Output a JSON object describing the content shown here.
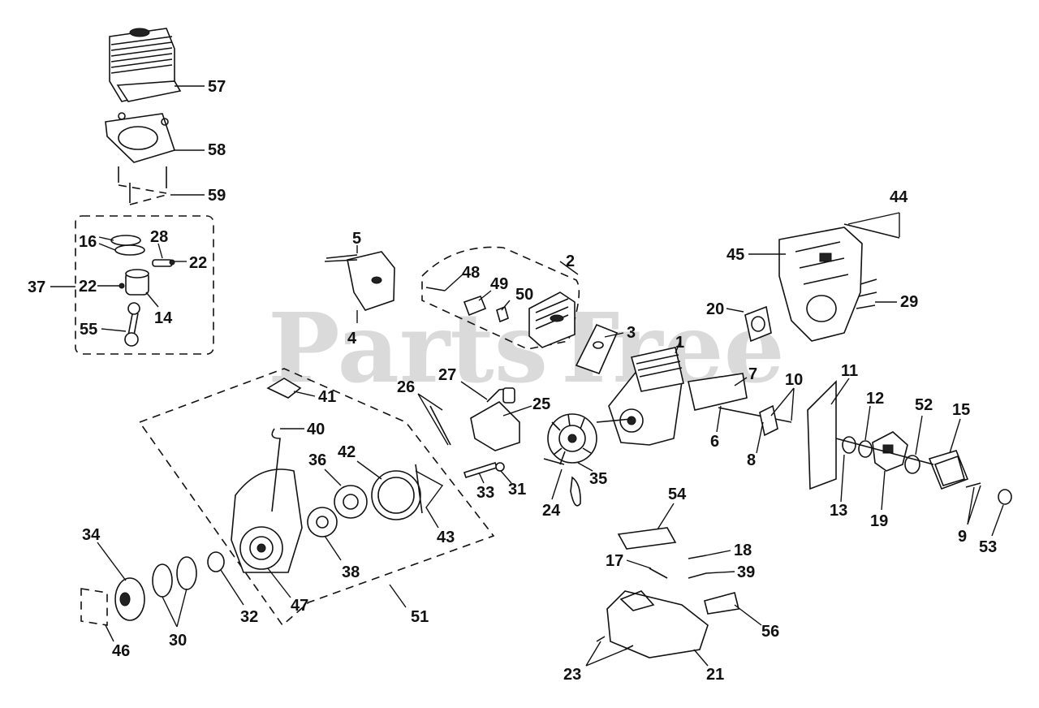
{
  "watermark": {
    "text": "PartsTree",
    "trademark": "™"
  },
  "callouts": {
    "c1": "1",
    "c2": "2",
    "c3": "3",
    "c4": "4",
    "c5": "5",
    "c6": "6",
    "c7": "7",
    "c8": "8",
    "c9": "9",
    "c10": "10",
    "c11": "11",
    "c12": "12",
    "c13": "13",
    "c14": "14",
    "c15": "15",
    "c16": "16",
    "c17": "17",
    "c18": "18",
    "c19": "19",
    "c20": "20",
    "c21": "21",
    "c22a": "22",
    "c22b": "22",
    "c23": "23",
    "c24": "24",
    "c25": "25",
    "c26": "26",
    "c27": "27",
    "c28": "28",
    "c29": "29",
    "c30": "30",
    "c31": "31",
    "c32": "32",
    "c33": "33",
    "c34": "34",
    "c35": "35",
    "c36": "36",
    "c37": "37",
    "c38": "38",
    "c39": "39",
    "c40": "40",
    "c41": "41",
    "c42": "42",
    "c43": "43",
    "c44": "44",
    "c45": "45",
    "c46": "46",
    "c47": "47",
    "c48": "48",
    "c49": "49",
    "c50": "50",
    "c51": "51",
    "c52": "52",
    "c53": "53",
    "c54": "54",
    "c55": "55",
    "c56": "56",
    "c57": "57",
    "c58": "58",
    "c59": "59"
  }
}
